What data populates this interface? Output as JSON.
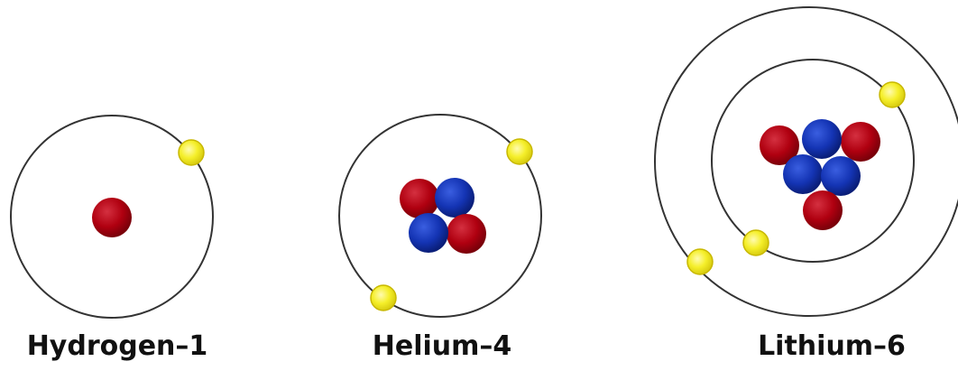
{
  "colors": {
    "proton": "#b00010",
    "neutron": "#1434b4",
    "electron": "#f5ef2a",
    "orbit": "#333333"
  },
  "atoms": [
    {
      "label": "Hydrogen–1",
      "protons": 1,
      "neutrons": 0,
      "electrons": 1
    },
    {
      "label": "Helium–4",
      "protons": 2,
      "neutrons": 2,
      "electrons": 2
    },
    {
      "label": "Lithium–6",
      "protons": 3,
      "neutrons": 3,
      "electrons": 3
    }
  ]
}
